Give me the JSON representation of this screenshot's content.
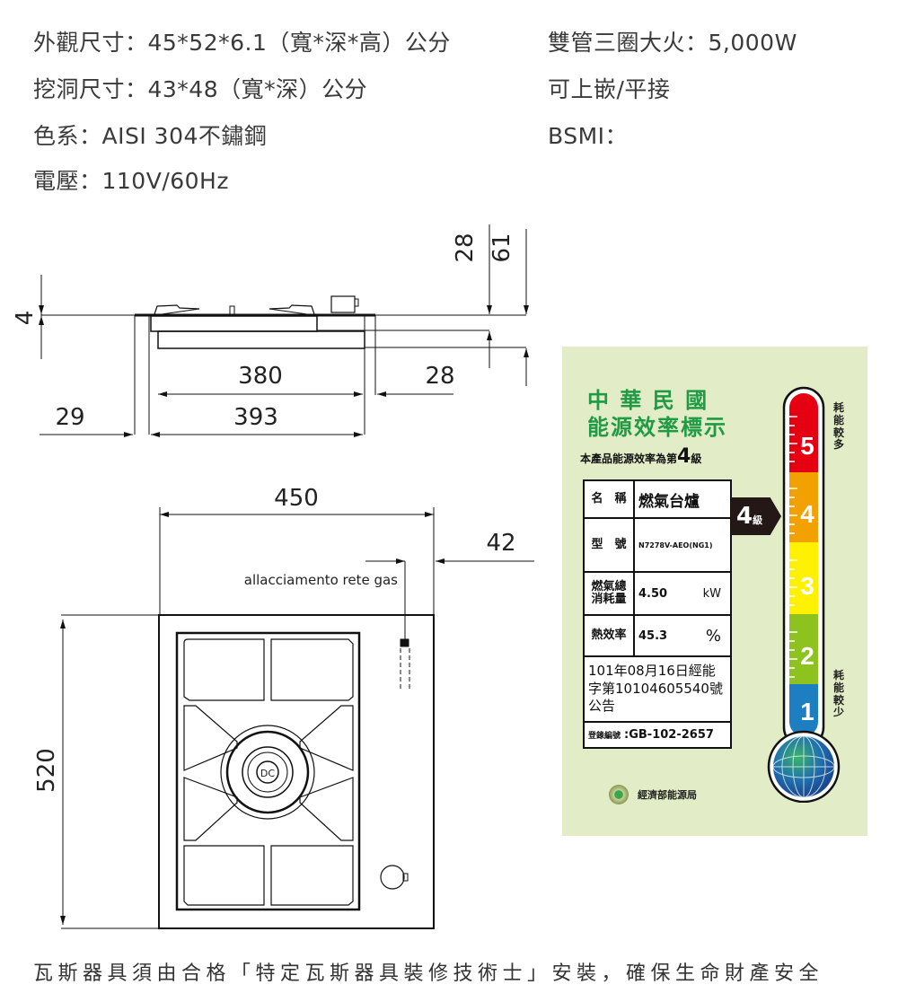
{
  "specs": {
    "left": [
      {
        "label": "外觀尺寸",
        "value": "45*52*6.1（寬*深*高）公分"
      },
      {
        "label": "挖洞尺寸",
        "value": "43*48（寬*深）公分"
      },
      {
        "label": "色系",
        "value": "AISI 304不鏽鋼"
      },
      {
        "label": "電壓",
        "value": "110V/60Hz"
      }
    ],
    "right": [
      {
        "label": "雙管三圈大火",
        "value": "5,000W"
      },
      {
        "label": "",
        "value": "可上嵌/平接"
      },
      {
        "label": "BSMI",
        "value": ""
      }
    ],
    "lines": {
      "l0": "外觀尺寸：45*52*6.1（寬*深*高）公分",
      "l1": "挖洞尺寸：43*48（寬*深）公分",
      "l2": "色系：AISI 304不鏽鋼",
      "l3": "電壓：110V/60Hz",
      "r0": "雙管三圈大火：5,000W",
      "r1": "可上嵌/平接",
      "r2": "BSMI："
    }
  },
  "drawing": {
    "side_view": {
      "dim_4": "4",
      "dim_28_vertical": "28",
      "dim_61": "61",
      "dim_380": "380",
      "dim_28_horizontal": "28",
      "dim_29": "29",
      "dim_393": "393"
    },
    "top_view": {
      "dim_450": "450",
      "dim_42": "42",
      "dim_520": "520",
      "gas_connection_label": "allacciamento rete gas",
      "burner_label": "DC"
    }
  },
  "energy_label": {
    "title_line1": "中 華 民 國",
    "title_line2": "能源效率標示",
    "subtitle_prefix": "本產品能源效率為第",
    "grade": "4",
    "grade_suffix": "級",
    "rows": [
      {
        "key": "名　稱",
        "value": "燃氣台爐",
        "unit": ""
      },
      {
        "key": "型　號",
        "value": "N7278V-AEO(NG1)",
        "unit": ""
      },
      {
        "key": "燃氣總消耗量",
        "value": "4.50",
        "unit": "kW"
      },
      {
        "key": "熱效率",
        "value": "45.3",
        "unit": "%"
      }
    ],
    "announcement": "101年08月16日經能字第10104605540號公告",
    "registration_label": "登錄編號",
    "registration_no": "GB-102-2657",
    "issuer": "經濟部能源局",
    "scale_top_label": "耗能較多",
    "scale_bottom_label": "耗能較少",
    "scale_levels": [
      {
        "level": "5",
        "color": "#e50012"
      },
      {
        "level": "4",
        "color": "#f2a100"
      },
      {
        "level": "3",
        "color": "#fff100"
      },
      {
        "level": "2",
        "color": "#8dc21f"
      },
      {
        "level": "1",
        "color": "#1d7fc1"
      }
    ],
    "background_color": "#e2ecc6",
    "title_color": "#1f9a45"
  },
  "footer": {
    "note": "瓦斯器具須由合格「特定瓦斯器具裝修技術士」安裝，確保生命財產安全"
  }
}
